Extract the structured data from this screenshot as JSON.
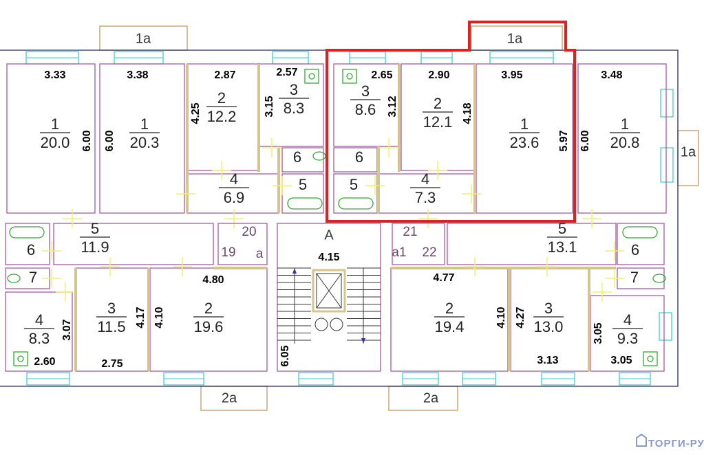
{
  "plan": {
    "highlight_color": "#e02020",
    "rooms": [
      {
        "number": "1",
        "area": "20.0"
      },
      {
        "number": "1",
        "area": "20.3"
      },
      {
        "number": "2",
        "area": "12.2"
      },
      {
        "number": "3",
        "area": "8.3"
      },
      {
        "number": "4",
        "area": "6.9"
      },
      {
        "number": "6",
        "area": null
      },
      {
        "number": "5",
        "area": null
      },
      {
        "number": "3",
        "area": "8.6"
      },
      {
        "number": "2",
        "area": "12.1"
      },
      {
        "number": "1",
        "area": "23.6"
      },
      {
        "number": "6",
        "area": null
      },
      {
        "number": "5",
        "area": null
      },
      {
        "number": "4",
        "area": "7.3"
      },
      {
        "number": "1",
        "area": "20.8"
      },
      {
        "number": "6",
        "area": null
      },
      {
        "number": "7",
        "area": null
      },
      {
        "number": "4",
        "area": "8.3"
      },
      {
        "number": "5",
        "area": "11.9"
      },
      {
        "number": "3",
        "area": "11.5"
      },
      {
        "number": "2",
        "area": "19.6"
      },
      {
        "number": "5",
        "area": "13.1"
      },
      {
        "number": "2",
        "area": "19.4"
      },
      {
        "number": "3",
        "area": "13.0"
      },
      {
        "number": "4",
        "area": "9.3"
      },
      {
        "number": "6",
        "area": null
      },
      {
        "number": "7",
        "area": null
      }
    ],
    "dimensions": [
      "3.33",
      "3.38",
      "2.87",
      "2.57",
      "6.00",
      "6.00",
      "4.25",
      "3.15",
      "2.65",
      "3.12",
      "2.90",
      "4.18",
      "3.95",
      "5.97",
      "3.48",
      "6.00",
      "3.07",
      "2.60",
      "4.17",
      "4.10",
      "2.75",
      "4.80",
      "4.15",
      "6.05",
      "4.77",
      "4.10",
      "4.27",
      "3.13",
      "3.05",
      "3.05"
    ],
    "balconies": [
      "1a",
      "1a",
      "1a",
      "2a",
      "2a"
    ],
    "stair_label": "A",
    "service_labels": [
      "20",
      "19",
      "a",
      "21",
      "a1",
      "22"
    ]
  },
  "watermark": "ТОРГИ-РУ"
}
